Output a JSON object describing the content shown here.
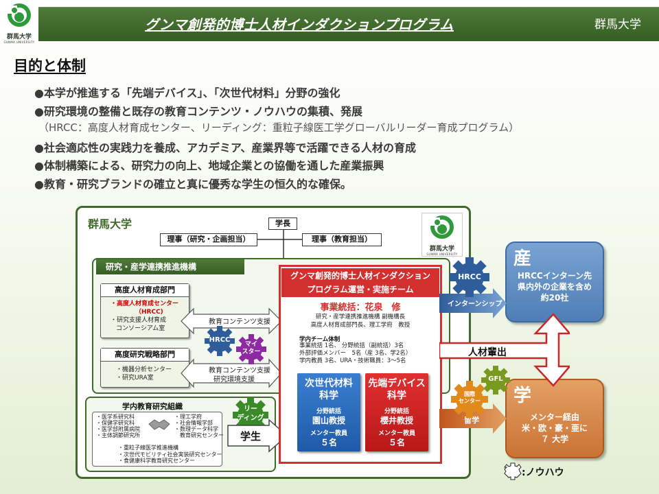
{
  "header": {
    "title": "グンマ創発的博士人材インダクションプログラム",
    "university": "群馬大学",
    "logo_text": "群馬大学",
    "logo_sub": "GUNMA UNIVERSITY"
  },
  "section_title": "目的と体制",
  "bullets": [
    "●本学が推進する「先端デバイス」、「次世代材料」分野の強化",
    "●研究環境の整備と既存の教育コンテンツ・ノウハウの集積、発展",
    "（HRCC：高度人材育成センター、リーディング：重粒子線医工学グローバルリーダー育成プログラム）",
    "●社会適応性の実践力を養成、アカデミア、産業界等で活躍できる人材の育成",
    "●体制構築による、研究力の向上、地域企業との協働を通した産業振興",
    "●教育・研究ブランドの確立と真に優秀な学生の恒久的な確保。"
  ],
  "diagram": {
    "frame_label": "群馬大学",
    "president": "学長",
    "director_research": "理事（研究・企画担当）",
    "director_education": "理事（教育担当）",
    "org_label": "研究・産学連携推進機構",
    "dept1": {
      "title": "高度人材育成部門",
      "line1": "・高度人材育成センター",
      "line2": "（HRCC)",
      "line3": "・研究支援人材育成",
      "line4": "コンソーシアム室"
    },
    "dept2": {
      "title": "高度研究戦略部門",
      "line1": "・機器分析センター",
      "line2": "・研究URA室"
    },
    "arrow_support1": "教育コンテンツ支援",
    "arrow_support2a": "教育コンテンツ支援",
    "arrow_support2b": "研究環境支援",
    "gear_hrcc_small": "HRCC",
    "gear_mice": "マイ\nスター",
    "internal_org": {
      "title": "学内教育研究組織",
      "left": [
        "・医学系研究科",
        "・保健学研究科",
        "・医学部附属病院",
        "・主体調節研究所"
      ],
      "right": [
        "・理工学府",
        "・社会情報学部",
        "・数理データ科学",
        "教育研究センター"
      ],
      "bottom": [
        "・重粒子線医学推進機構",
        "・次世代モビリティ社会実装研究センター",
        "・食健康科学教育研究センター"
      ]
    },
    "gear_leading": "リー\nディング",
    "student_label": "学生",
    "program": {
      "head1": "グンマ創発的博士人材インダクション",
      "head2": "プログラム運営・実施チーム",
      "director": "事業統括：花泉　修",
      "director_sub1": "研究・産学連携推進機構 副機構長",
      "director_sub2": "高度人材育成部門長、理工学府　教授",
      "team_title": "学内チーム体制",
      "team_lines": [
        "事業統括 1名、 分野統括（副統括）3名",
        "外部評価メンバー　5名（産 3名、学2名）",
        "学内教員 3名、URA・技術職員：3～5名"
      ],
      "sub1": {
        "title1": "次世代材料",
        "title2": "科学",
        "lead_label": "分野統括",
        "lead": "園山教授",
        "mentor_label": "メンター教員",
        "mentor": "５名"
      },
      "sub2": {
        "title1": "先端デバイス",
        "title2": "科学",
        "lead_label": "分野統括",
        "lead": "櫻井教授",
        "mentor_label": "メンター教員",
        "mentor": "５名"
      }
    },
    "industry": {
      "head": "産",
      "line1": "HRCCインターン先",
      "line2": "県内外の企業を含め",
      "line3": "約20社"
    },
    "academia": {
      "head": "学",
      "line1": "メンター経由",
      "line2": "米・欧・豪・亜に",
      "line3": "７ 大学"
    },
    "gear_hrcc_big": "HRCC",
    "intern_label": "インターンシップ",
    "talent_label": "人材輩出",
    "gear_gfl": "GFL",
    "gear_intl": "国際\nセンター",
    "study_abroad": "留学",
    "legend_label": ":ノウハウ",
    "colors": {
      "header_green": "#3f6a2b",
      "program_red": "#d32f2f",
      "materials_blue": "#2d6fc4",
      "device_red": "#cc1f1f",
      "industry_blue": "#5f8fc2",
      "academia_orange": "#d9894a",
      "gear_blue": "#2f5d9b",
      "gear_purple": "#8d2aa3",
      "gear_green": "#3a8a2a",
      "gear_orange": "#e08a1c",
      "gear_olive": "#7a9a1f"
    }
  }
}
